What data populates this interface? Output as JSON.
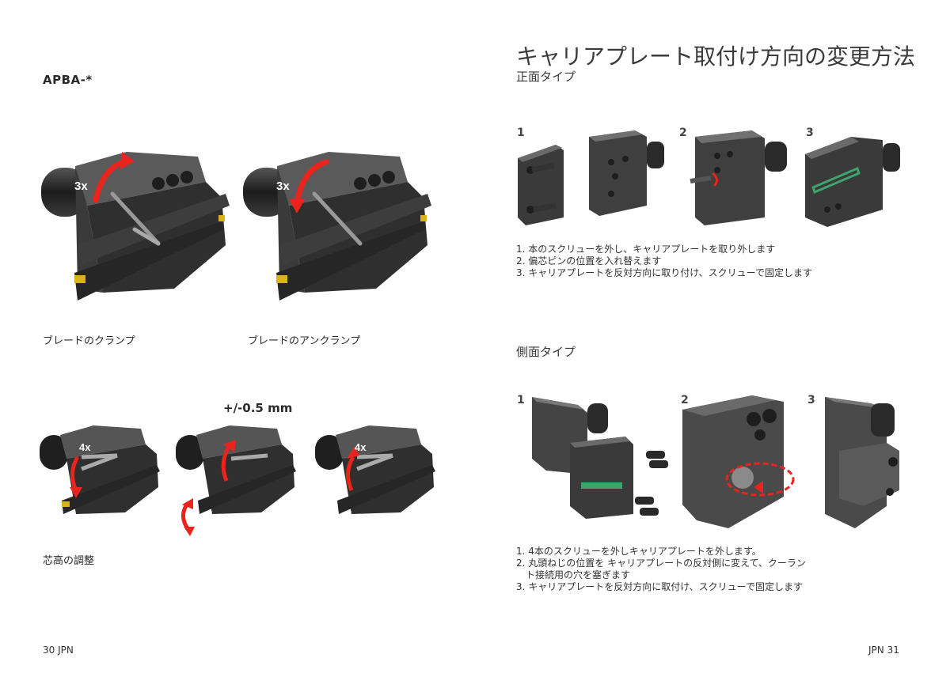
{
  "left_page": {
    "model_code": "APBA-*",
    "clamp_badge": "3x",
    "unclamp_badge": "3x",
    "caption_clamp": "ブレードのクランプ",
    "caption_unclamp": "ブレードのアンクランプ",
    "tolerance": "+/-0.5 mm",
    "adjust_badge_1": "4x",
    "adjust_badge_3": "4x",
    "caption_adjust": "芯高の調整",
    "page_label": "30  JPN"
  },
  "right_page": {
    "title": "キャリアプレート取付け方向の変更方法",
    "front_type": {
      "heading": "正面タイプ",
      "step_numbers": [
        "1",
        "2",
        "3"
      ],
      "steps": [
        "1. 本のスクリューを外し、キャリアプレートを取り外します",
        "2. 偏芯ピンの位置を入れ替えます",
        "3. キャリアプレートを反対方向に取り付け、スクリューで固定します"
      ]
    },
    "side_type": {
      "heading": "側面タイプ",
      "step_numbers": [
        "1",
        "2",
        "3"
      ],
      "steps": [
        "1. 4本のスクリューを外しキャリアプレートを外します。",
        "2. 丸頭ねじの位置を キャリアプレートの反対側に変えて、クーラン",
        "ト接続用の穴を塞ぎます",
        "3. キャリアプレートを反対方向に取付け、スクリューで固定します"
      ]
    },
    "page_label": "JPN  31"
  },
  "colors": {
    "arrow_red": "#e8241c",
    "metal_dark": "#2f2f2f",
    "metal_mid": "#4a4a4a",
    "metal_light": "#6a6a6a",
    "insert_gold": "#d9b21e",
    "groove_green": "#3fa46a"
  }
}
